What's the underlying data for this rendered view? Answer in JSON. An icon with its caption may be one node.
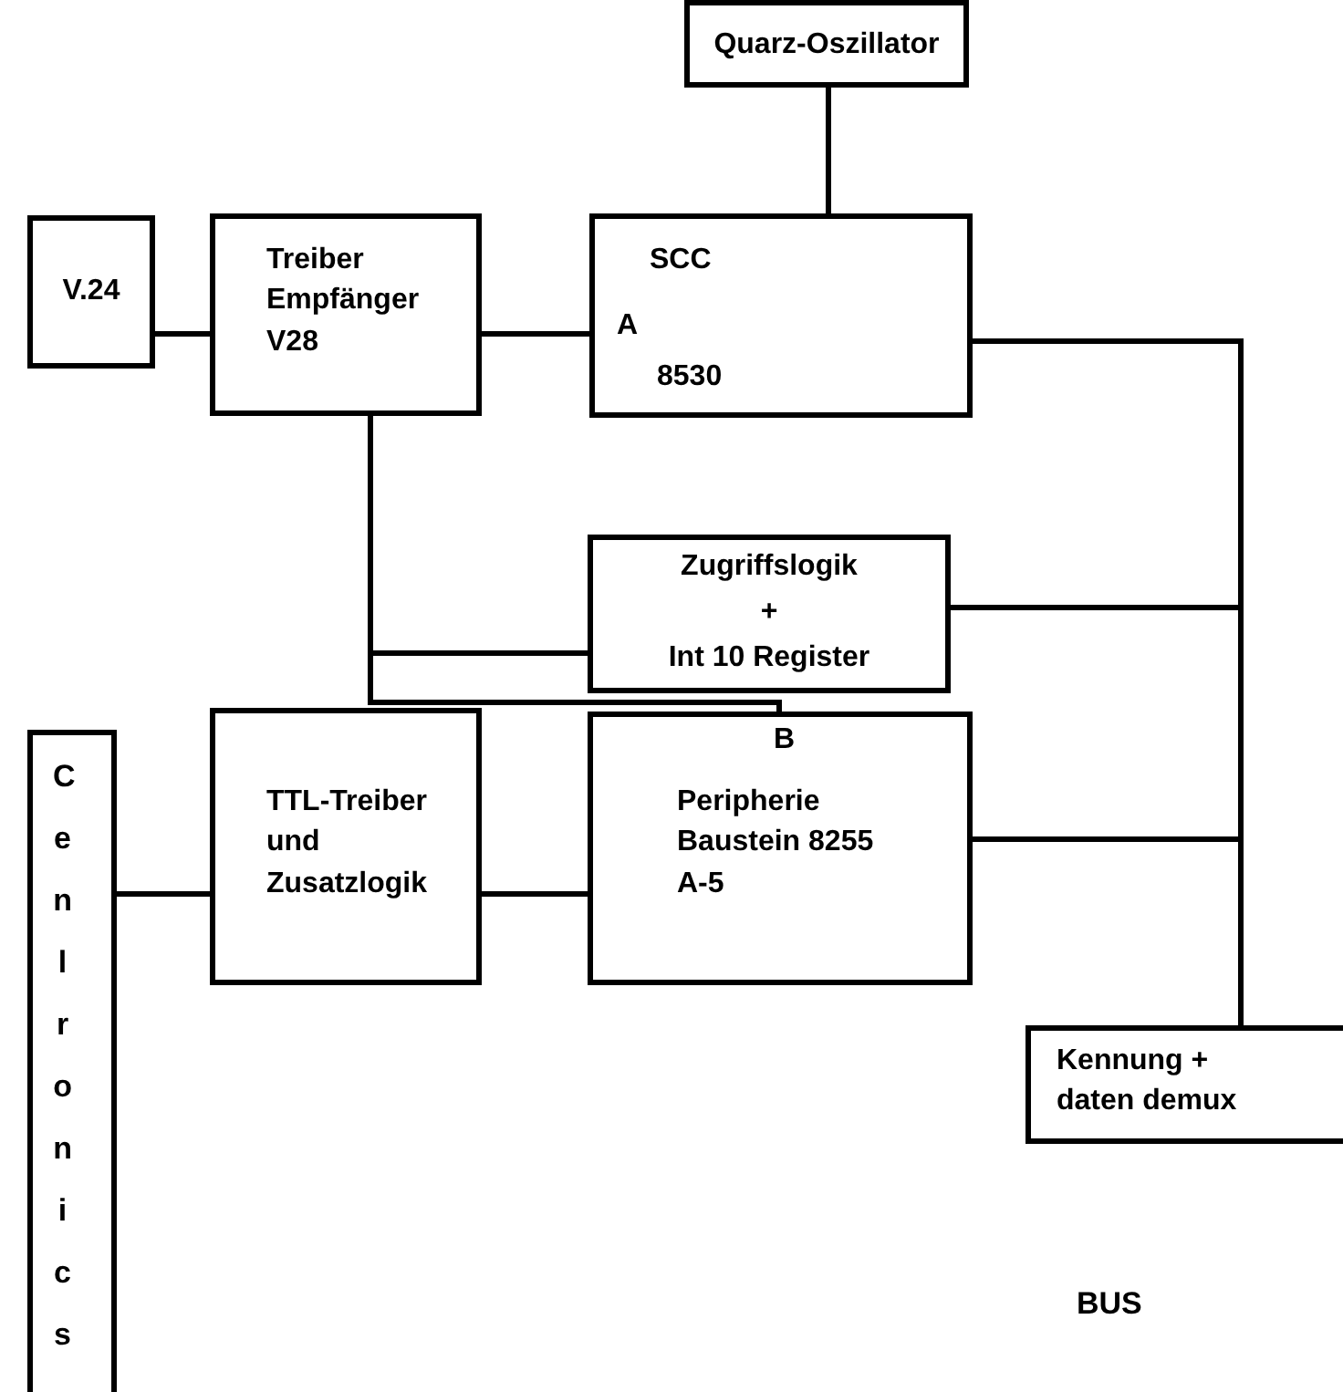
{
  "diagram": {
    "nodes": [
      {
        "text": [
          "Quarz-Oszillator"
        ]
      },
      {
        "text": [
          "V.24"
        ]
      },
      {
        "text": [
          "Treiber Empfänger V28"
        ]
      },
      {
        "text": [
          "SCC",
          "A",
          "8530"
        ]
      },
      {
        "text": [
          "Zugriffslogik",
          "+",
          "Int 10 Register"
        ]
      },
      {
        "text": [
          "Cenlronics"
        ]
      },
      {
        "text": [
          "TTL-Treiber und Zusatzlogik"
        ]
      },
      {
        "text": [
          "B",
          "Peripherie Baustein 8255 A-5"
        ]
      },
      {
        "text": [
          "Kennung + daten demux"
        ]
      }
    ],
    "edges": [
      {
        "from": 0,
        "to": 3,
        "arrow": "none"
      },
      {
        "from": 1,
        "to": 2,
        "arrow": "none"
      },
      {
        "from": 2,
        "to": 3,
        "arrow": "none"
      },
      {
        "from": 3,
        "to": 8,
        "arrow": "none"
      },
      {
        "from": 4,
        "to": 8,
        "arrow": "none"
      },
      {
        "from": 7,
        "to": 8,
        "arrow": "none"
      },
      {
        "from": 2,
        "to": 4,
        "arrow": "none"
      },
      {
        "from": 2,
        "to": 7,
        "arrow": "none"
      },
      {
        "from": 5,
        "to": 6,
        "arrow": "none"
      },
      {
        "from": 6,
        "to": 7,
        "arrow": "none"
      }
    ],
    "labels": [
      "BUS"
    ]
  }
}
